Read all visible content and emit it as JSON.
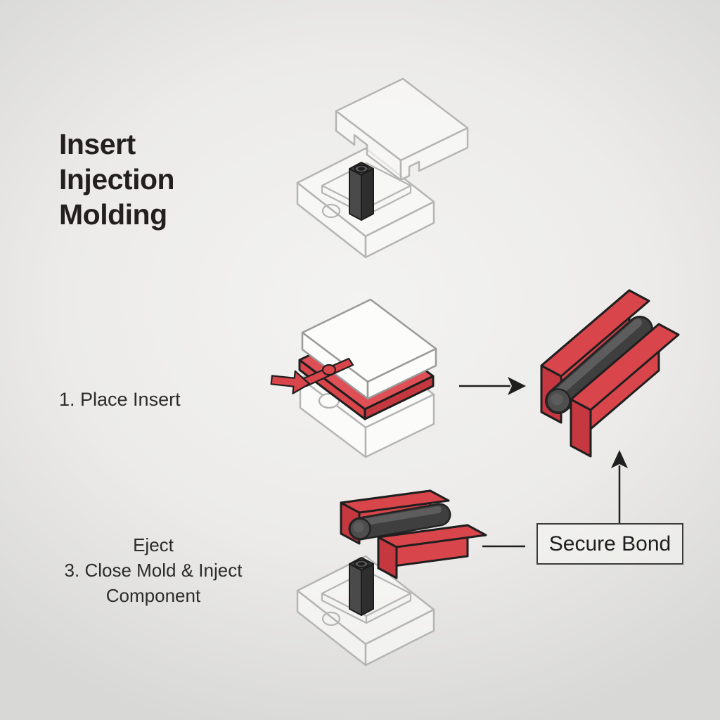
{
  "title": {
    "lines": [
      "Insert",
      "Injection",
      "Molding"
    ]
  },
  "labels": {
    "step1": "1. Place Insert",
    "step3_lines": [
      "Eject",
      "3. Close Mold & Inject",
      "Component"
    ]
  },
  "callout": {
    "label": "Secure Bond"
  },
  "diagram_names": {
    "top": "open-mold-with-metal-insert",
    "middle": "closed-mold-plastic-injection",
    "right": "finished-bonded-component",
    "bottom": "ejected-component-above-mold"
  },
  "colors": {
    "background_center": "#f3f3f1",
    "background_edge": "#d8d8d6",
    "ink": "#1f1f1f",
    "red": "#d8454b",
    "red_light": "#de5056",
    "red_dark": "#c5383f",
    "insert_dark": "#3f3f3f",
    "insert_darker": "#2e2e2e",
    "insert_light": "#5d5d5d",
    "wireframe": "#b5b5b5",
    "block_stroke": "#9a9a9a",
    "text": "#231f20"
  }
}
